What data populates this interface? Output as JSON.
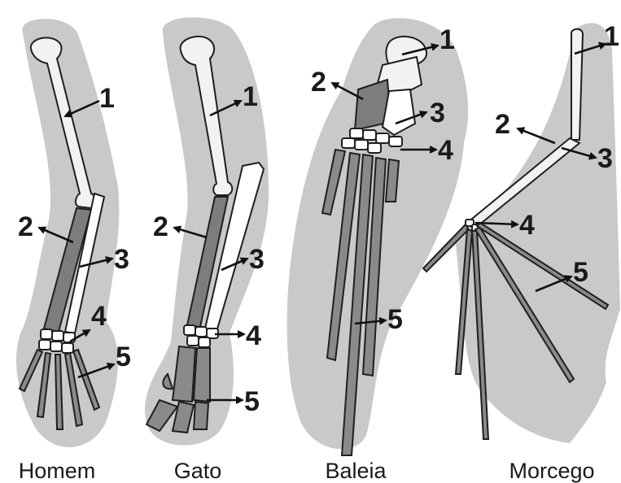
{
  "figure": {
    "animals": [
      {
        "id": "homem",
        "label": "Homem",
        "callouts": [
          "1",
          "2",
          "3",
          "4",
          "5"
        ]
      },
      {
        "id": "gato",
        "label": "Gato",
        "callouts": [
          "1",
          "2",
          "3",
          "4",
          "5"
        ]
      },
      {
        "id": "baleia",
        "label": "Baleia",
        "callouts": [
          "1",
          "2",
          "3",
          "4",
          "5"
        ]
      },
      {
        "id": "morcego",
        "label": "Morcego",
        "callouts": [
          "1",
          "2",
          "3",
          "4",
          "5"
        ]
      }
    ]
  }
}
